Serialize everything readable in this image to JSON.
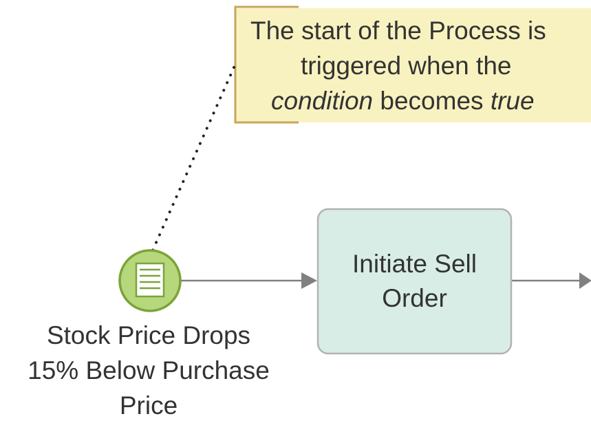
{
  "annotation": {
    "line1": "The start of the Process is",
    "line2": "triggered when the",
    "line3_part1": "condition",
    "line3_part2": " becomes ",
    "line3_part3": "true"
  },
  "task": {
    "line1": "Initiate Sell",
    "line2": "Order"
  },
  "start_event": {
    "icon": "conditional-document-icon",
    "line1": "Stock Price Drops",
    "line2": "15% Below Purchase",
    "line3": "Price"
  },
  "colors": {
    "annotation_fill": "#f8f2c0",
    "annotation_bracket": "#c8a55a",
    "task_fill": "#d7ede6",
    "task_border": "#b3b3b3",
    "event_fill": "#b7d77c",
    "event_border": "#7aa43a",
    "flow_line": "#808080",
    "text": "#333333"
  }
}
